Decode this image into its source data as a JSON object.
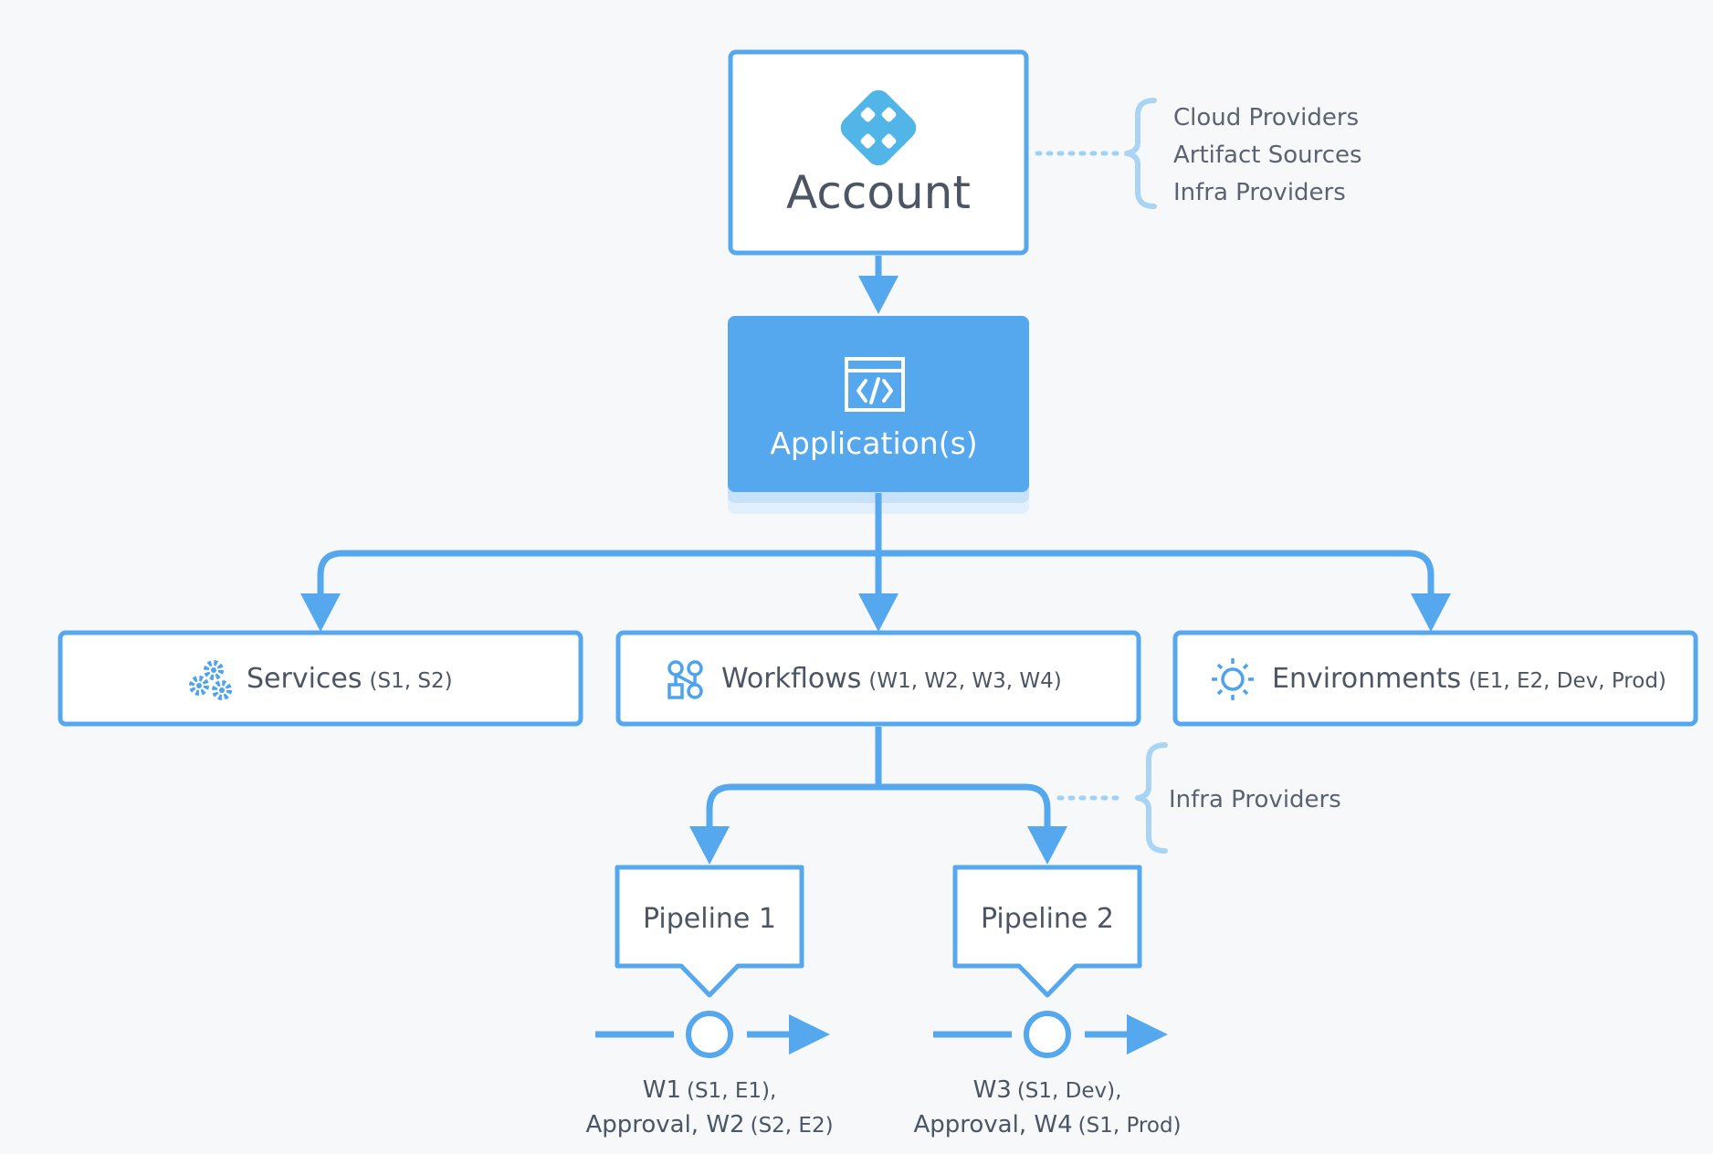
{
  "account": {
    "title": "Account",
    "resources": [
      "Cloud Providers",
      "Artifact Sources",
      "Infra Providers"
    ]
  },
  "application": {
    "title": "Application(s)"
  },
  "services": {
    "title": "Services",
    "items": "(S1, S2)"
  },
  "workflows": {
    "title": "Workflows",
    "items": "(W1, W2, W3, W4)"
  },
  "environments": {
    "title": "Environments",
    "items": "(E1, E2, Dev, Prod)"
  },
  "workflow_resources": {
    "label": "Infra Providers"
  },
  "pipelines": [
    {
      "title": "Pipeline 1",
      "line1": {
        "main": "W1",
        "detail": "(S1, E1),",
        "main2": "",
        "detail2": ""
      },
      "line2": {
        "main": "Approval, W2",
        "detail": "(S2, E2)"
      }
    },
    {
      "title": "Pipeline 2",
      "line1": {
        "main": "W3",
        "detail": "(S1, Dev),",
        "main2": "",
        "detail2": ""
      },
      "line2": {
        "main": "Approval, W4",
        "detail": "(S1, Prod)"
      }
    }
  ],
  "colors": {
    "accent": "#55a7ee",
    "brace": "#a9d4f4",
    "text": "#4b5563",
    "background": "#f7f8fa"
  },
  "icons": {
    "account": "harness-logo-icon",
    "application": "code-window-icon",
    "services": "gears-icon",
    "workflows": "workflow-icon",
    "environments": "sun-icon"
  }
}
